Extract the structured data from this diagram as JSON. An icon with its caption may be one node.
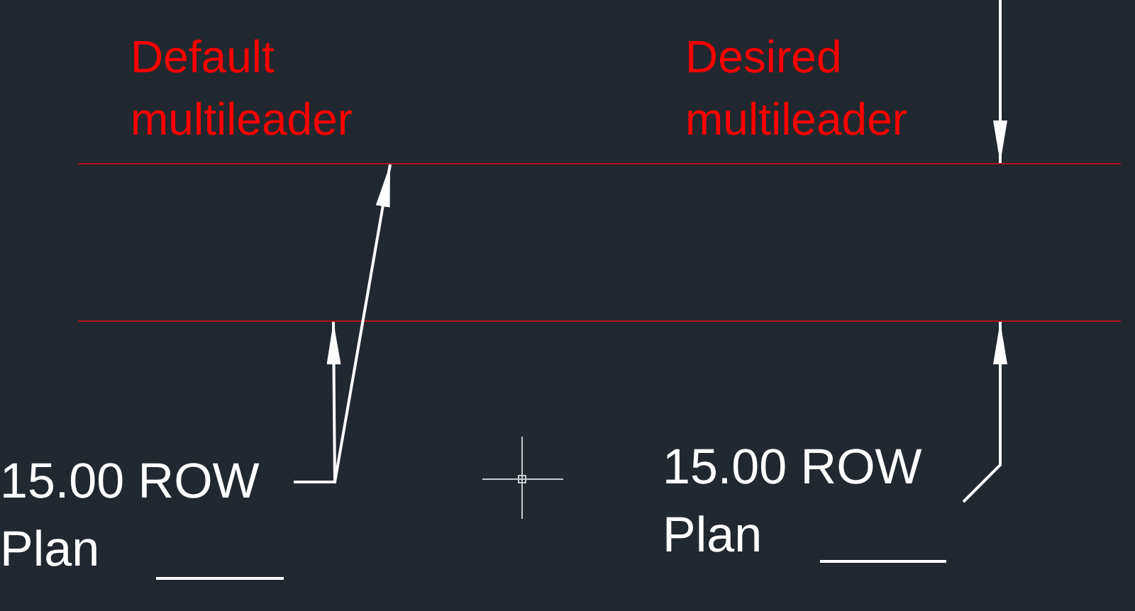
{
  "diagram": {
    "nodes": [
      {
        "text": [
          "15.00 ROW",
          "Plan"
        ]
      },
      {
        "text": [
          "15.00 ROW",
          "Plan"
        ]
      },
      {
        "text": [],
        "shape": "line"
      },
      {
        "text": [],
        "shape": "line"
      }
    ],
    "edges": [
      {
        "from": 0,
        "to": 3,
        "arrow": "to"
      },
      {
        "from": 0,
        "to": 2,
        "arrow": "to"
      },
      {
        "from": 1,
        "to": 3,
        "arrow": "to"
      },
      {
        "from": null,
        "to": 2,
        "arrow": "to"
      }
    ],
    "labels": [
      "Default multileader",
      "Desired multileader"
    ]
  }
}
